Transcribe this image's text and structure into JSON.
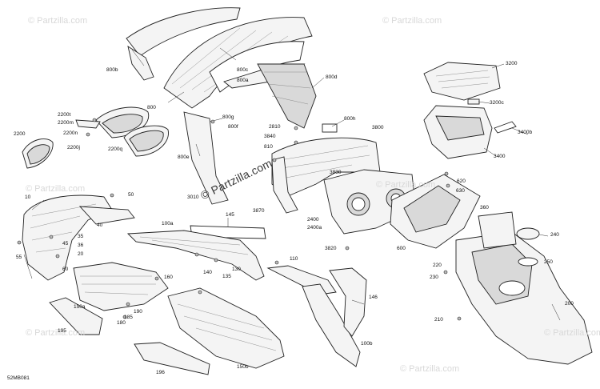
{
  "diagram": {
    "reference_code": "52MB081",
    "watermark": "© Partzilla.com",
    "callouts": [
      "800b",
      "800c",
      "800a",
      "800",
      "800d",
      "800g",
      "800f",
      "800e",
      "800h",
      "2200t",
      "2200m",
      "2200n",
      "2200j",
      "2200q",
      "2200",
      "3200",
      "3200c",
      "3400b",
      "3400",
      "2810",
      "3840",
      "810",
      "3830",
      "3800",
      "3010",
      "3870",
      "620",
      "630",
      "10",
      "50",
      "40",
      "35",
      "36",
      "45",
      "55",
      "60",
      "20",
      "145",
      "100a",
      "140",
      "130",
      "135",
      "110",
      "160",
      "2400",
      "2400a",
      "3820",
      "600",
      "360",
      "240",
      "250",
      "220",
      "230",
      "150a",
      "190",
      "185",
      "180",
      "195",
      "146",
      "100b",
      "150b",
      "196",
      "200",
      "210"
    ]
  }
}
